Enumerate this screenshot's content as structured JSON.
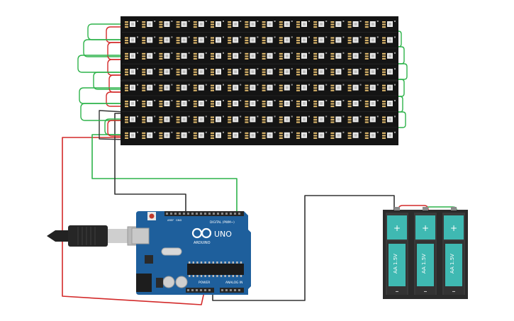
{
  "colors": {
    "wire_green": "#2db34a",
    "wire_red": "#d32a2a",
    "wire_black": "#333333",
    "matrix_bg": "#141414",
    "led_white": "#ebebeb",
    "led_gold": "#d9b46a",
    "arduino_blue": "#1e5f9c",
    "arduino_dark": "#174e82",
    "battery_teal": "#3fb9b2",
    "battery_dark": "#2b2b2b"
  },
  "matrix": {
    "rows": 8,
    "cols": 16
  },
  "arduino": {
    "brand": "ARDUINO",
    "model": "UNO",
    "digital_label": "DIGITAL (PWM~)",
    "power_label": "POWER",
    "analog_label": "ANALOG IN",
    "aref_label": "AREF",
    "gnd_label": "GND"
  },
  "batteries": [
    {
      "plus": "+",
      "label": "AA 1.5V",
      "minus": "–"
    },
    {
      "plus": "+",
      "label": "AA 1.5V",
      "minus": "–"
    },
    {
      "plus": "+",
      "label": "AA 1.5V",
      "minus": "–"
    }
  ],
  "icons": {
    "usb": "usb-plug-icon",
    "reset": "reset-button-icon",
    "arduino_logo": "infinity-logo-icon"
  }
}
